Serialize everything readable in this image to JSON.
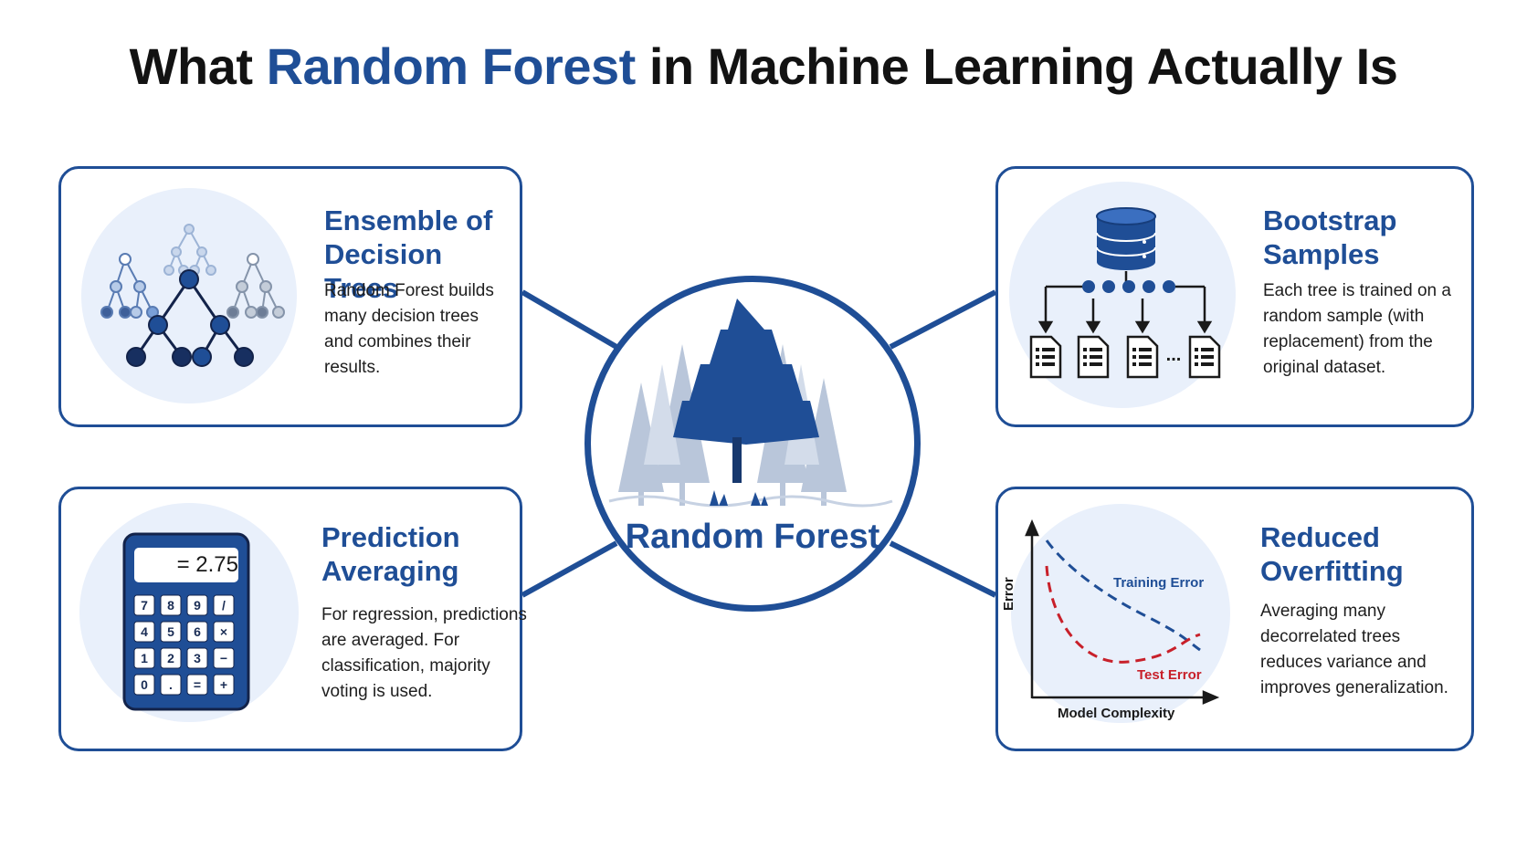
{
  "header": {
    "title_pre": "What ",
    "title_accent": "Random Forest",
    "title_post": " in Machine Learning Actually Is"
  },
  "hub": {
    "label": "Random Forest"
  },
  "cards": {
    "ensemble": {
      "title_line1": "Ensemble of",
      "title_line2": "Decision Trees",
      "body": [
        "Random Forest builds",
        "many decision trees",
        "and combines their",
        "results."
      ]
    },
    "bootstrap": {
      "title_line1": "Bootstrap",
      "title_line2": "Samples",
      "body": [
        "Each tree is trained on a",
        "random sample (with",
        "replacement) from the",
        "original dataset."
      ],
      "ellipsis": "..."
    },
    "averaging": {
      "title_line1": "Prediction",
      "title_line2": "Averaging",
      "body": [
        "For regression, predictions",
        "are averaged. For",
        "classification, majority",
        "voting is used."
      ],
      "calculator": {
        "display": "= 2.75",
        "keys": [
          "7",
          "8",
          "9",
          "/",
          "4",
          "5",
          "6",
          "×",
          "1",
          "2",
          "3",
          "−",
          "0",
          ".",
          "=",
          "+"
        ]
      }
    },
    "overfitting": {
      "title_line1": "Reduced",
      "title_line2": "Overfitting",
      "body": [
        "Averaging many",
        "decorrelated trees",
        "reduces variance and",
        "improves generalization."
      ],
      "chart": {
        "xlabel": "Model Complexity",
        "ylabel": "Error",
        "training_label": "Training Error",
        "test_label": "Test Error"
      }
    }
  },
  "colors": {
    "accent": "#1f4e96",
    "title_text": "#121212",
    "light_blue": "#e9f0fb",
    "test_error_red": "#c8202a"
  }
}
